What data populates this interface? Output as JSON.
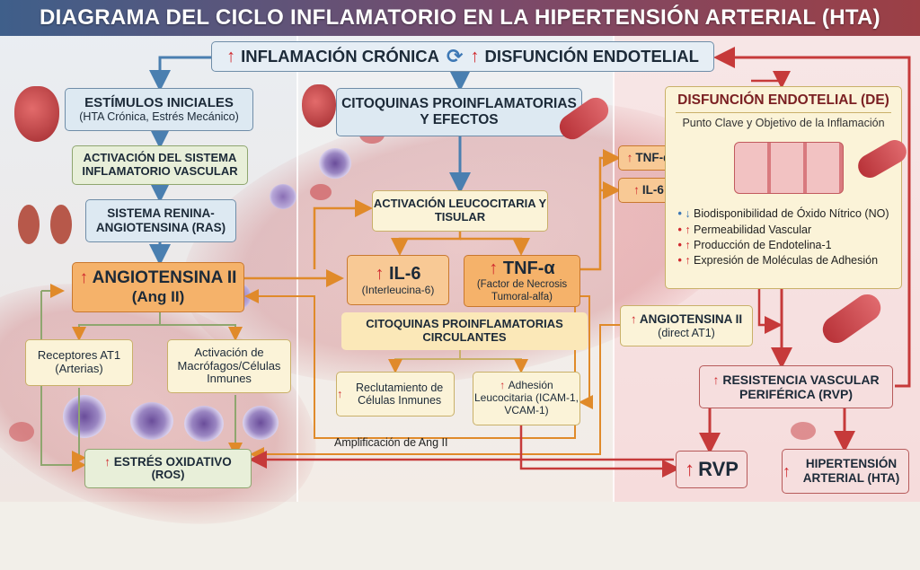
{
  "title": "DIAGRAMA DEL CICLO INFLAMATORIO EN LA HIPERTENSIÓN ARTERIAL (HTA)",
  "top_banner": {
    "left": "INFLAMACIÓN CRÓNICA",
    "right": "DISFUNCIÓN ENDOTELIAL",
    "cycle_icon": "sync-icon"
  },
  "left": {
    "stimuli_title": "ESTÍMULOS INICIALES",
    "stimuli_sub": "(HTA Crónica, Estrés Mecánico)",
    "activation": "ACTIVACIÓN DEL SISTEMA INFLAMATORIO VASCULAR",
    "ras": "SISTEMA RENINA-ANGIOTENSINA (RAS)",
    "ang2_title": "ANGIOTENSINA II",
    "ang2_sub": "(Ang II)",
    "at1": "Receptores AT1 (Arterias)",
    "macrophages": "Activación de Macrófagos/Células Inmunes",
    "ros_title": "ESTRÉS OXIDATIVO",
    "ros_sub": "(ROS)"
  },
  "middle": {
    "cytokines_title": "CITOQUINAS PROINFLAMATORIAS Y EFECTOS",
    "leukocyte_activation": "ACTIVACIÓN LEUCOCITARIA Y TISULAR",
    "il6_title": "IL-6",
    "il6_sub": "(Interleucina-6)",
    "tnf_title": "TNF-α",
    "tnf_sub": "(Factor de Necrosis Tumoral-alfa)",
    "circulating": "CITOQUINAS PROINFLAMATORIAS CIRCULANTES",
    "recruitment": "Reclutamiento de Células Inmunes",
    "adhesion": "Adhesión Leucocitaria (ICAM-1, VCAM-1)",
    "amplification": "Amplificación de Ang II"
  },
  "right": {
    "tnf_small": "TNF-α",
    "il6_small": "IL-6",
    "de_title": "DISFUNCIÓN ENDOTELIAL (DE)",
    "de_sub": "Punto Clave y Objetivo de la Inflamación",
    "effects": [
      {
        "dir": "down",
        "text": "Biodisponibilidad de Óxido Nítrico (NO)"
      },
      {
        "dir": "up",
        "text": "Permeabilidad Vascular"
      },
      {
        "dir": "up",
        "text": "Producción de Endotelina-1"
      },
      {
        "dir": "up",
        "text": "Expresión de Moléculas de Adhesión"
      }
    ],
    "ang2_title": "ANGIOTENSINA II",
    "ang2_sub": "(direct AT1)",
    "rvp_title": "RESISTENCIA VASCULAR PERIFÉRICA (RVP)",
    "rvp_short": "RVP",
    "hta": "HIPERTENSIÓN ARTERIAL (HTA)"
  },
  "colors": {
    "arrow_blue": "#4a7fb0",
    "arrow_orange": "#e08a2a",
    "arrow_red": "#c63a3a",
    "up_red": "#d0292e",
    "down_blue": "#3d78b5"
  }
}
